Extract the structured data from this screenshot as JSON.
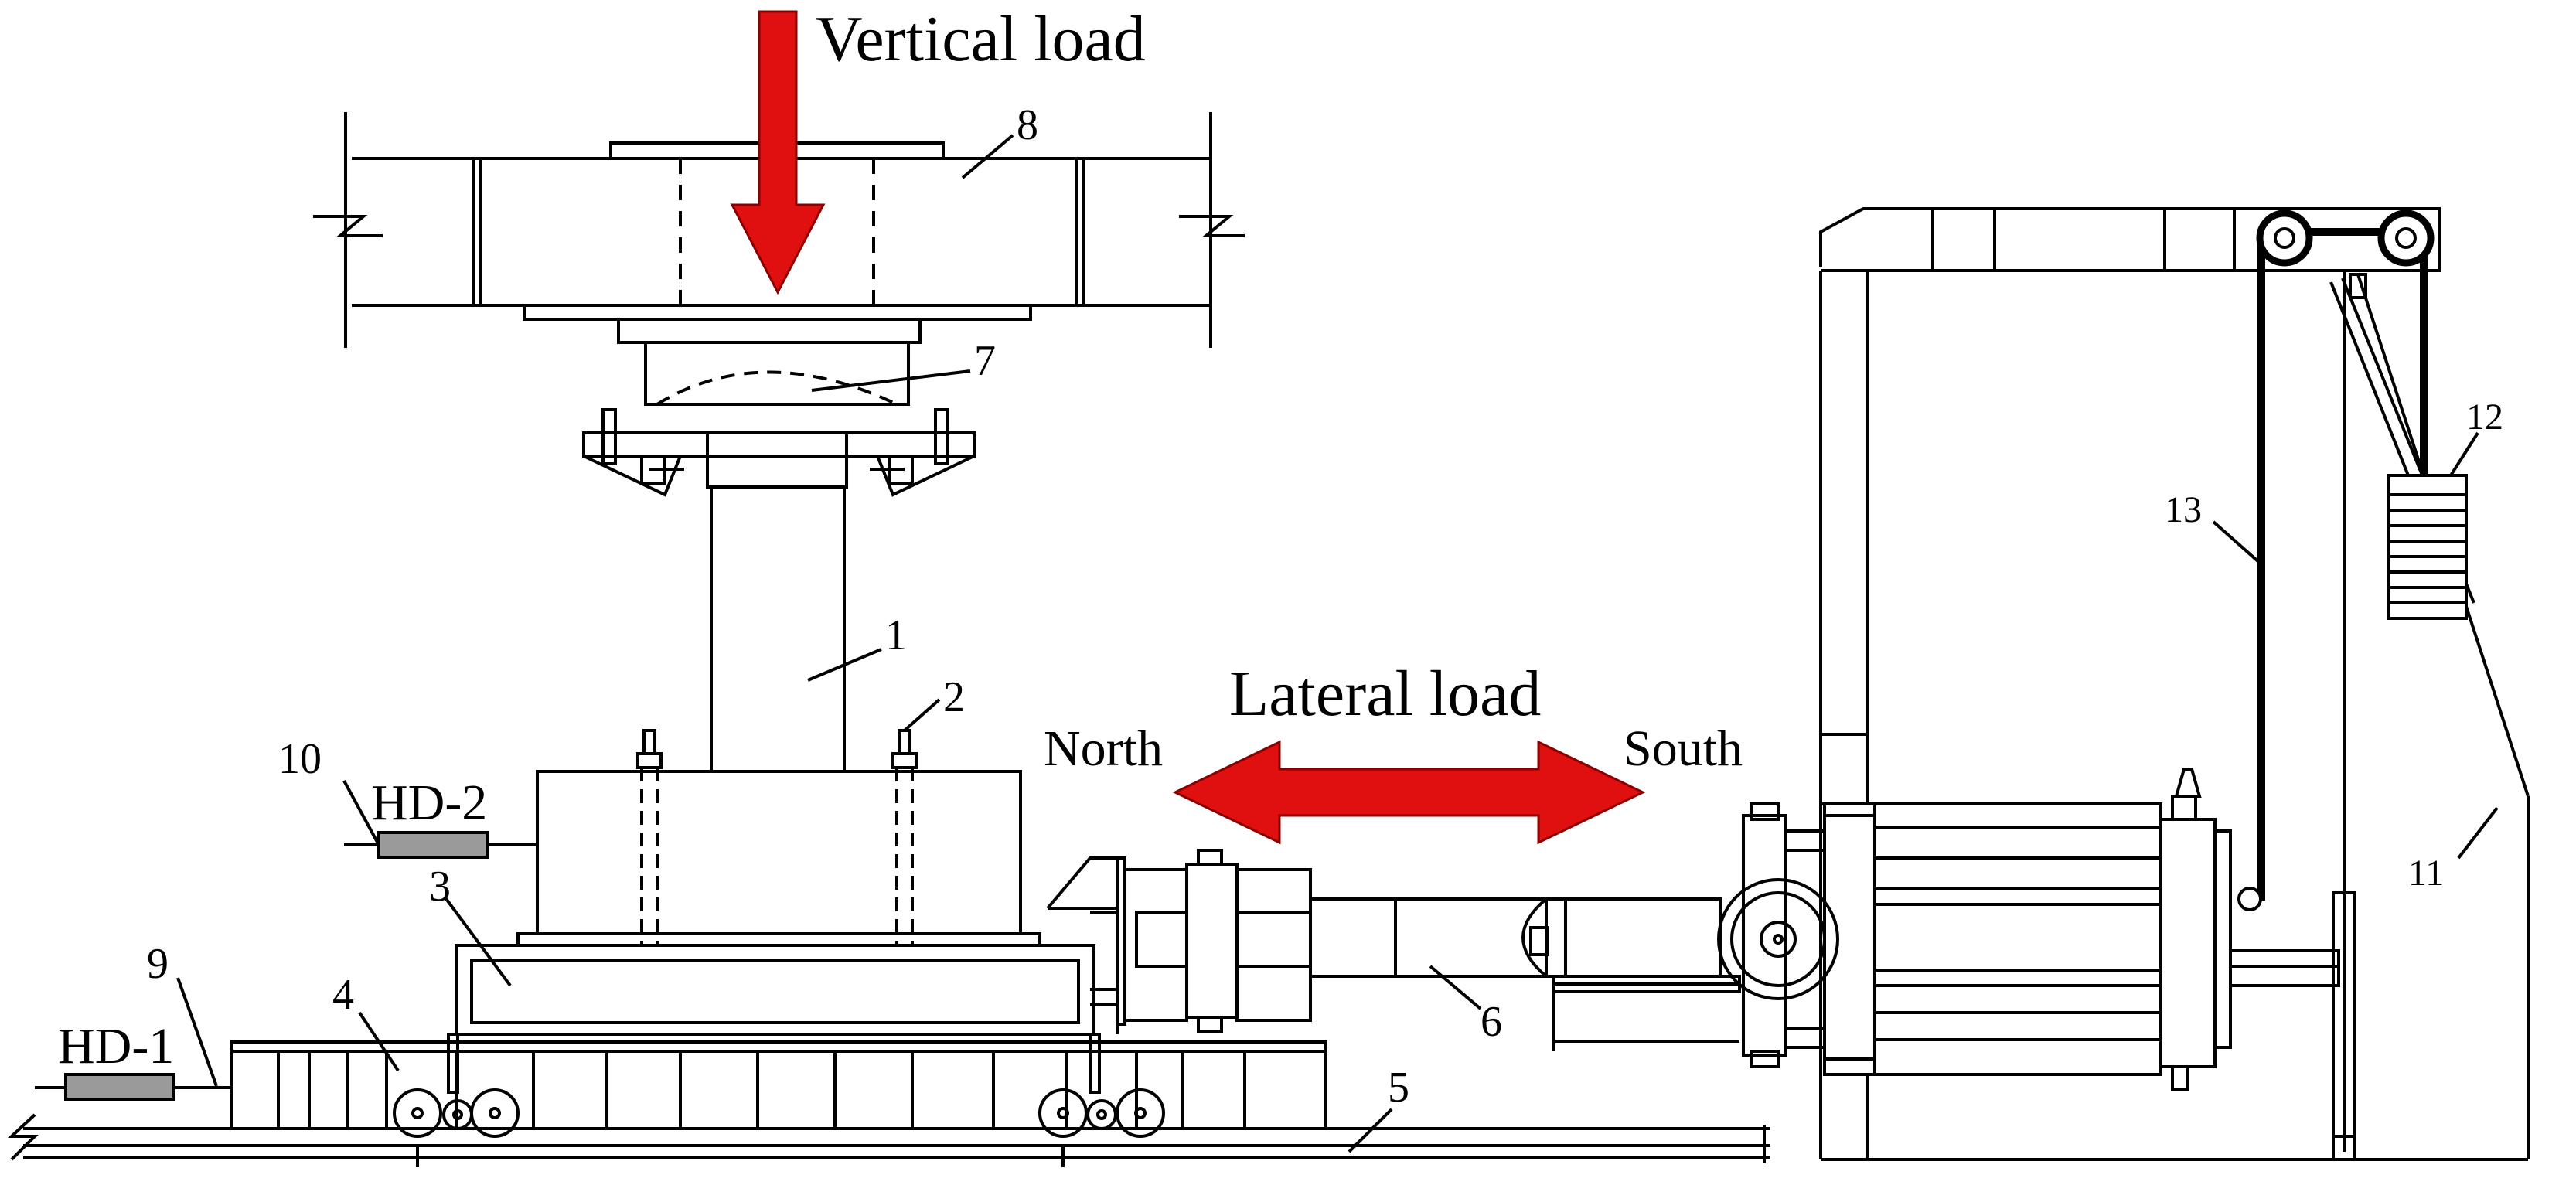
{
  "labels": {
    "vertical_load": "Vertical load",
    "lateral_load": "Lateral load",
    "north": "North",
    "south": "South",
    "hd1": "HD-1",
    "hd2": "HD-2",
    "n1": "1",
    "n2": "2",
    "n3": "3",
    "n4": "4",
    "n5": "5",
    "n6": "6",
    "n7": "7",
    "n8": "8",
    "n9": "9",
    "n10": "10",
    "n11": "11",
    "n12": "12",
    "n13": "13"
  },
  "colors": {
    "arrow": "#e01010",
    "line": "#000000",
    "sensor": "#9a9a9a"
  }
}
